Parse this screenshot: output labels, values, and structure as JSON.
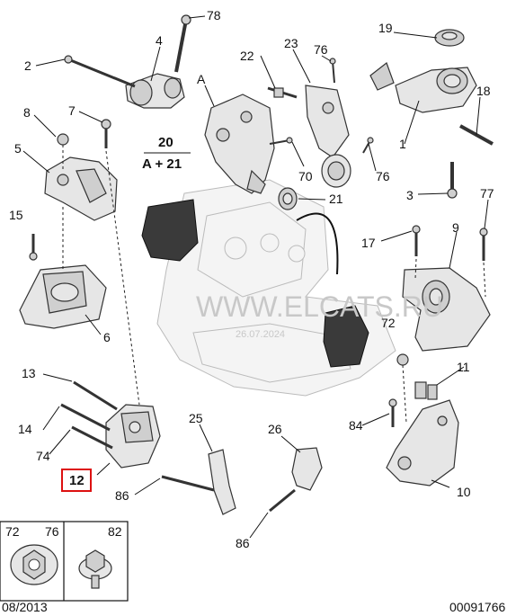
{
  "callouts": {
    "c78": "78",
    "c4": "4",
    "c2": "2",
    "c22": "22",
    "c23": "23",
    "c76a": "76",
    "c19": "19",
    "cA": "A",
    "c8": "8",
    "c7": "7",
    "c18": "18",
    "c20": "20",
    "cA21": "A + 21",
    "c1": "1",
    "c5": "5",
    "c70": "70",
    "c76b": "76",
    "c21": "21",
    "c3": "3",
    "c77": "77",
    "c15": "15",
    "c17": "17",
    "c9": "9",
    "c6": "6",
    "c72": "72",
    "c13": "13",
    "c11": "11",
    "c25": "25",
    "c26": "26",
    "c14": "14",
    "c84": "84",
    "c74": "74",
    "c12": "12",
    "c10": "10",
    "c86a": "86",
    "c86b": "86"
  },
  "watermark": {
    "text": "WWW.ELCATS.RU",
    "date": "26.07.2024"
  },
  "inset": {
    "c72": "72",
    "c76": "76",
    "c82": "82"
  },
  "footer": {
    "date": "08/2013",
    "code": "00091766"
  },
  "highlight_color": "#d11111"
}
